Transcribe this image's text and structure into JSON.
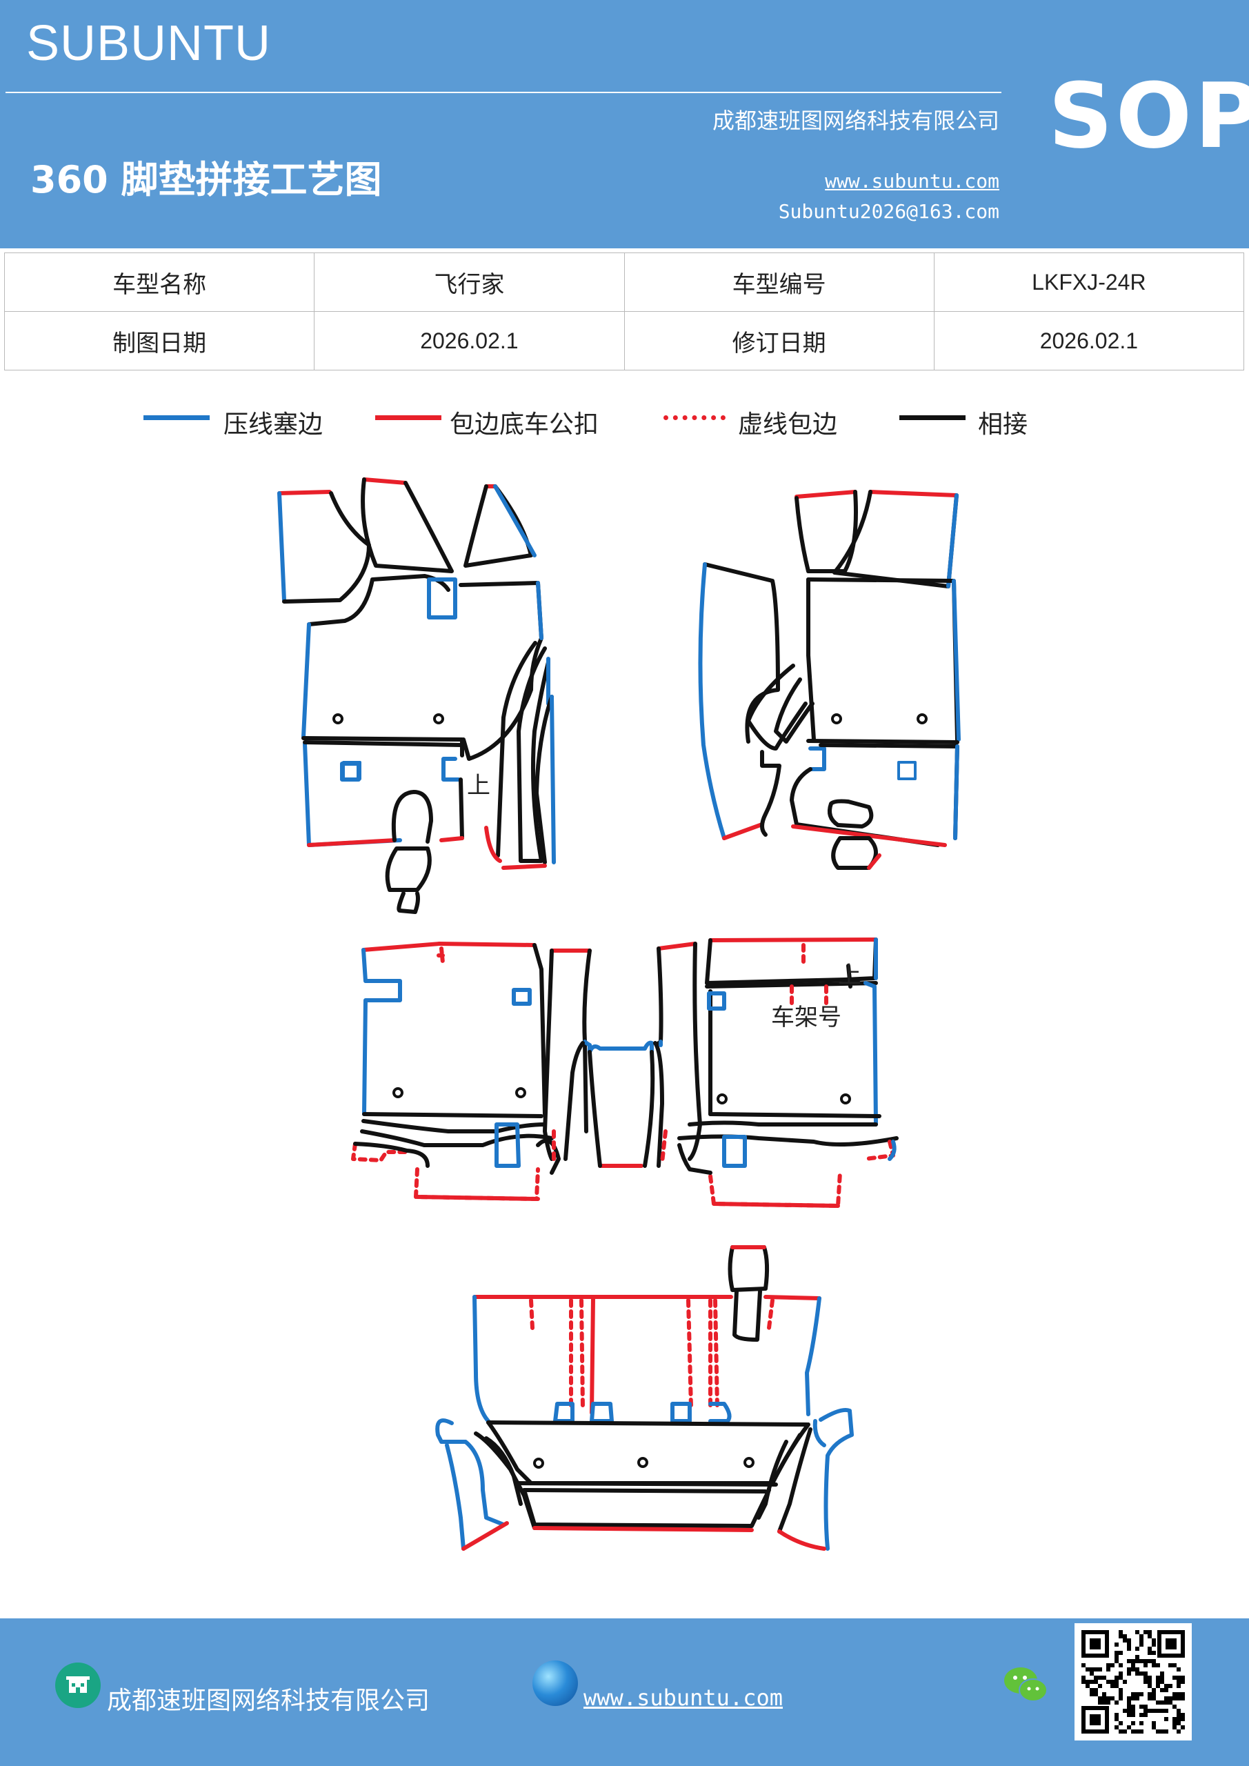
{
  "header": {
    "brand": "SUBUNTU",
    "badge": "SOP",
    "company": "成都速班图网络科技有限公司",
    "title": "360 脚垫拼接工艺图",
    "website": "www.subuntu.com",
    "email": "Subuntu2026@163.com",
    "bg_color": "#5b9bd5"
  },
  "info_table": {
    "rows": [
      [
        "车型名称",
        "飞行家",
        "车型编号",
        "LKFXJ-24R"
      ],
      [
        "制图日期",
        "2026.02.1",
        "修订日期",
        "2026.02.1"
      ]
    ]
  },
  "legend": [
    {
      "label": "压线塞边",
      "color": "#1f77c8",
      "style": "solid"
    },
    {
      "label": "包边底车公扣",
      "color": "#e8202a",
      "style": "solid"
    },
    {
      "label": "虚线包边",
      "color": "#e8202a",
      "style": "dotted"
    },
    {
      "label": "相接",
      "color": "#111111",
      "style": "solid"
    }
  ],
  "diagram": {
    "labels": {
      "up_front_left": "上",
      "up_mid_right": "上",
      "frame_number": "车架号"
    },
    "colors": {
      "press_line": "#1f77c8",
      "edge_buckle": "#e8202a",
      "joint": "#111111"
    }
  },
  "footer": {
    "company": "成都速班图网络科技有限公司",
    "website": "www.subuntu.com",
    "company_icon": "building-icon",
    "web_icon": "globe-icon",
    "social_icon": "wechat-icon",
    "qr": "qr-code"
  }
}
